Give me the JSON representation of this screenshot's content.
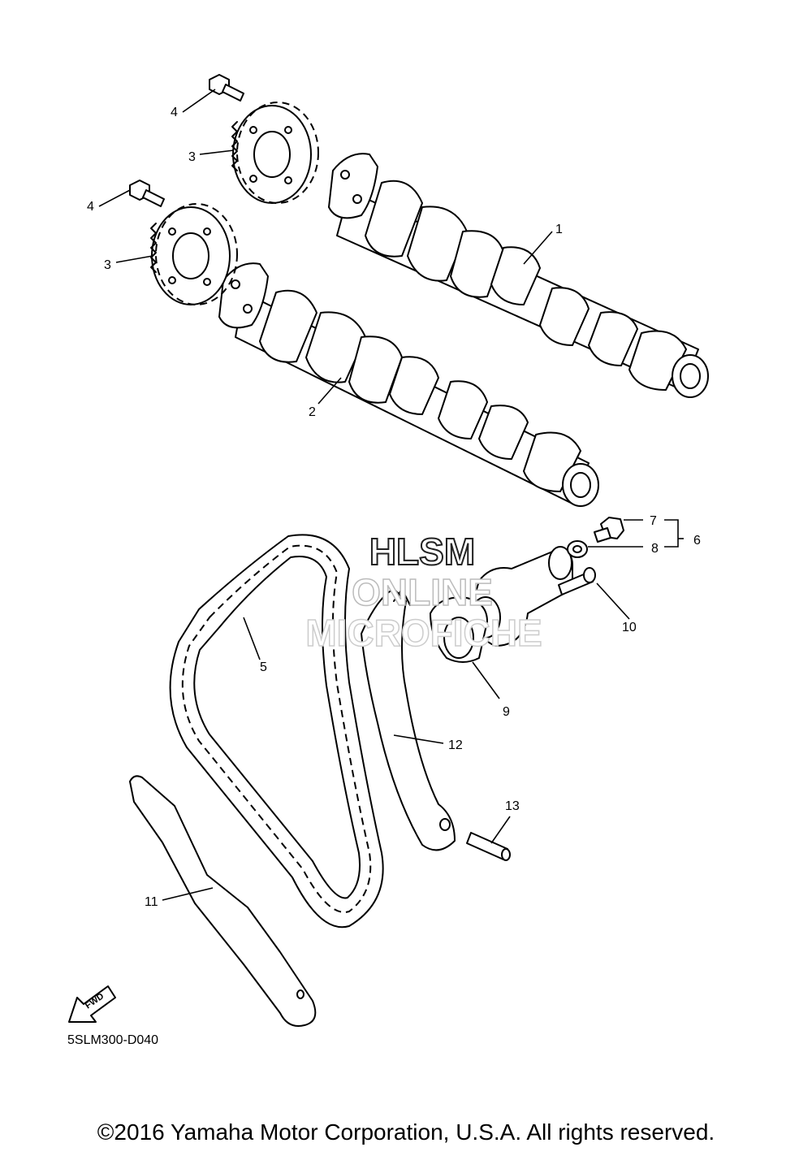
{
  "callouts": {
    "c1": "1",
    "c2": "2",
    "c3a": "3",
    "c3b": "3",
    "c4a": "4",
    "c4b": "4",
    "c5": "5",
    "c6": "6",
    "c7": "7",
    "c8": "8",
    "c9": "9",
    "c10": "10",
    "c11": "11",
    "c12": "12",
    "c13": "13"
  },
  "watermark": {
    "line1": "HLSM",
    "line2": "ONLINE",
    "line3": "MICROFICHE"
  },
  "fwd_label": "FWD",
  "diagram_code": "5SLM300-D040",
  "copyright": "©2016 Yamaha Motor Corporation, U.S.A. All rights reserved.",
  "icons": {
    "direction": "fwd-arrow-icon"
  }
}
